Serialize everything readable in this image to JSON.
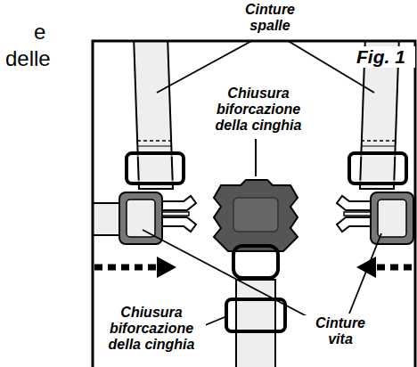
{
  "diagram": {
    "labels": [
      "e",
      "delle",
      "Cinture spalle",
      "Fig. 1",
      "Chiusura biforcazione della cinghia",
      "Chiusura biforcazione della cinghia",
      "Cinture vita"
    ]
  }
}
